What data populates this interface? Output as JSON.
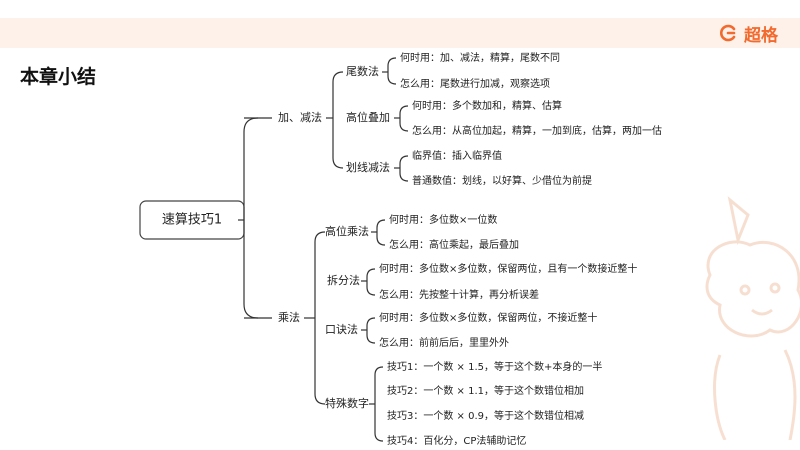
{
  "header": {
    "section_title": "本章小结",
    "brand_name": "超格",
    "brand_icon": "brand-logo-icon",
    "brand_color": "#f26a2e",
    "bar_color": "#fdf1ea"
  },
  "mindmap": {
    "root": "速算技巧1",
    "branches": [
      {
        "label": "加、减法",
        "children": [
          {
            "label": "尾数法",
            "items": [
              "何时用：加、减法，精算，尾数不同",
              "怎么用：尾数进行加减，观察选项"
            ]
          },
          {
            "label": "高位叠加",
            "items": [
              "何时用：多个数加和，精算、估算",
              "怎么用：从高位加起，精算，一加到底，估算，两加一估"
            ]
          },
          {
            "label": "划线减法",
            "items": [
              "临界值：插入临界值",
              "普通数值：划线，以好算、少借位为前提"
            ]
          }
        ]
      },
      {
        "label": "乘法",
        "children": [
          {
            "label": "高位乘法",
            "items": [
              "何时用：多位数×一位数",
              "怎么用：高位乘起，最后叠加"
            ]
          },
          {
            "label": "拆分法",
            "items": [
              "何时用：多位数×多位数，保留两位，且有一个数接近整十",
              "怎么用：先按整十计算，再分析误差"
            ]
          },
          {
            "label": "口诀法",
            "items": [
              "何时用：多位数×多位数，保留两位，不接近整十",
              "怎么用：前前后后，里里外外"
            ]
          },
          {
            "label": "特殊数字",
            "items": [
              "技巧1：一个数 × 1.5，等于这个数+本身的一半",
              "技巧2：一个数 × 1.1，等于这个数错位相加",
              "技巧3：一个数 × 0.9，等于这个数错位相减",
              "技巧4：百化分，CP法辅助记忆"
            ]
          }
        ]
      }
    ]
  }
}
